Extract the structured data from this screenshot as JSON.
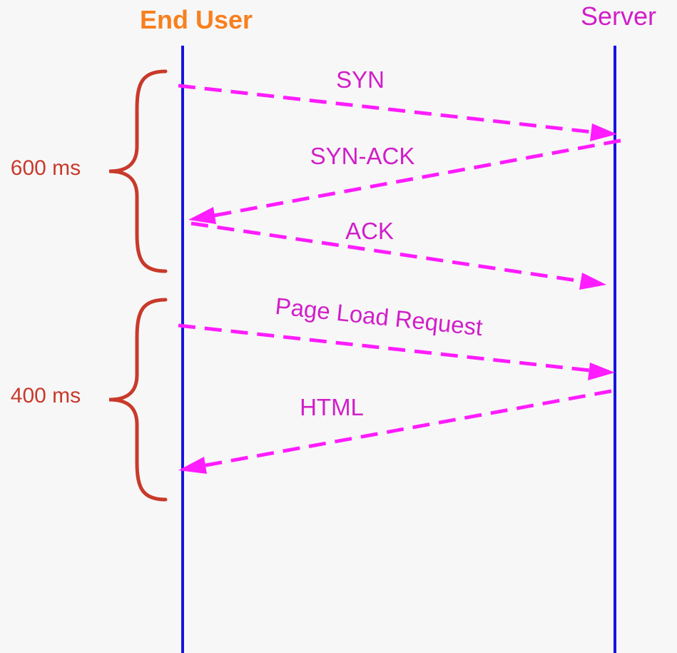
{
  "colors": {
    "background": "#f8f7f8",
    "end_user": "#f7801e",
    "server": "#d01fc8",
    "lifeline": "#1414e0",
    "message": "#ff1cff",
    "message_label": "#d01fc8",
    "brace": "#c83a2a"
  },
  "actors": {
    "end_user": "End User",
    "server": "Server"
  },
  "messages": [
    {
      "label": "SYN",
      "direction": "user-to-server"
    },
    {
      "label": "SYN-ACK",
      "direction": "server-to-user"
    },
    {
      "label": "ACK",
      "direction": "user-to-server"
    },
    {
      "label": "Page Load Request",
      "direction": "user-to-server"
    },
    {
      "label": "HTML",
      "direction": "server-to-user"
    }
  ],
  "durations": [
    {
      "label": "600 ms"
    },
    {
      "label": "400 ms"
    }
  ]
}
